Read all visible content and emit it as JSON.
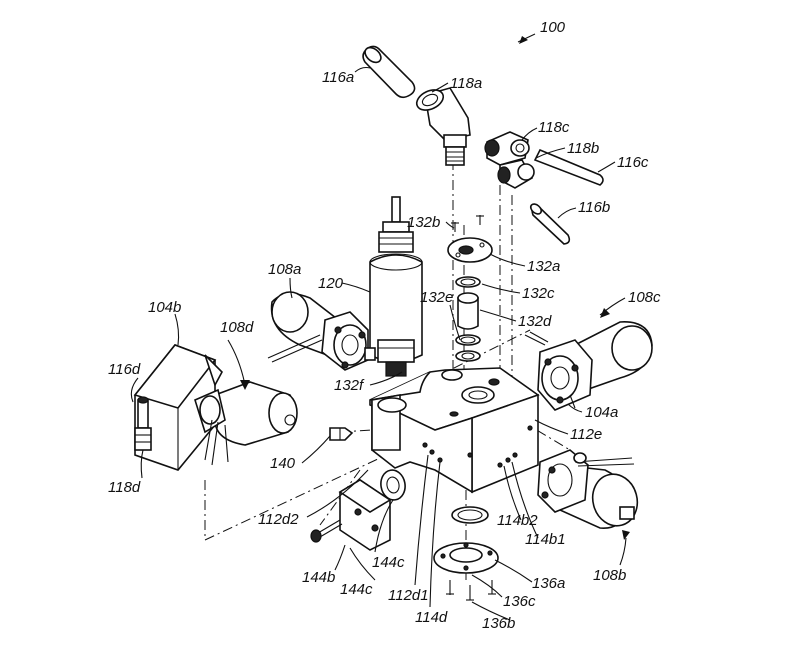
{
  "figure": {
    "labels": {
      "l100": "100",
      "l116a": "116a",
      "l118a": "118a",
      "l118c": "118c",
      "l118b": "118b",
      "l116c": "116c",
      "l116b": "116b",
      "l132b": "132b",
      "l132a": "132a",
      "l132c": "132c",
      "l132d": "132d",
      "l132e": "132e",
      "l108a": "108a",
      "l120": "120",
      "l104b": "104b",
      "l108d": "108d",
      "l108c": "108c",
      "l116d": "116d",
      "l132f": "132f",
      "l104a": "104a",
      "l112e": "112e",
      "l140": "140",
      "l118d": "118d",
      "l112d2": "112d2",
      "l114b2": "114b2",
      "l114b1": "114b1",
      "l144c_a": "144c",
      "l144b": "144b",
      "l144c_b": "144c",
      "l112d1": "112d1",
      "l136a": "136a",
      "l136c": "136c",
      "l108b": "108b",
      "l114d": "114d",
      "l136b": "136b"
    }
  }
}
